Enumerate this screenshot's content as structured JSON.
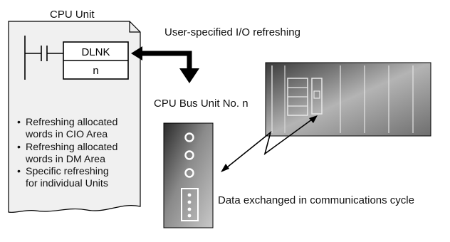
{
  "cpu_unit": {
    "title": "CPU Unit",
    "instruction": "DLNK",
    "operand": "n",
    "bullets": [
      {
        "line1": "Refreshing allocated",
        "line2": "words in CIO Area"
      },
      {
        "line1": "Refreshing allocated",
        "line2": "words in DM Area"
      },
      {
        "line1": "Specific refreshing",
        "line2": "for individual Units"
      }
    ]
  },
  "labels": {
    "user_refresh": "User-specified I/O refreshing",
    "bus_unit": "CPU Bus Unit No. n",
    "data_exchange": "Data exchanged in communications cycle"
  },
  "colors": {
    "panel_fill": "#f0f0f0",
    "module_dark": "#3a3a3a",
    "module_light": "#9c9c9c",
    "line": "#000000"
  }
}
